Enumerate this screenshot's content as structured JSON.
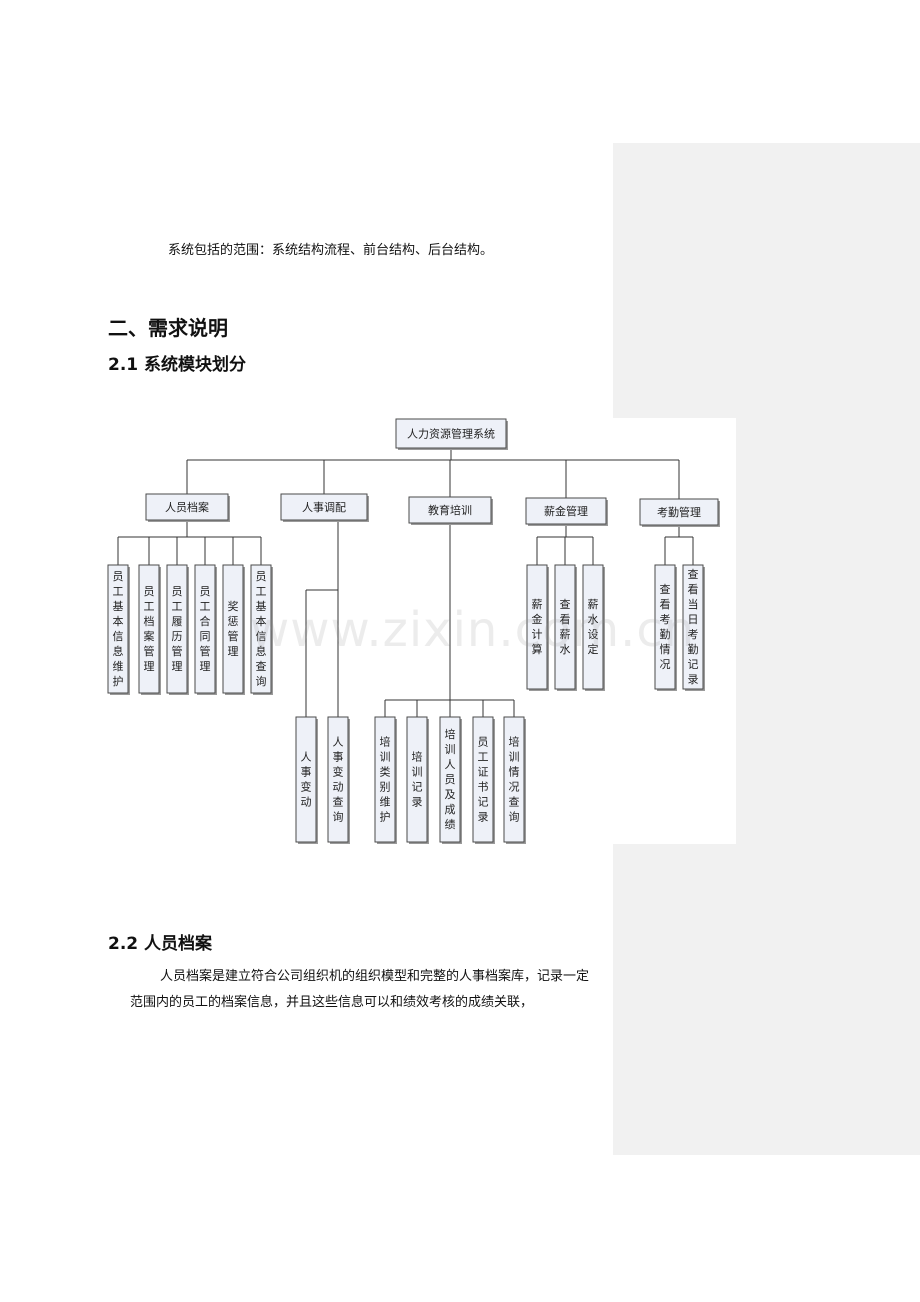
{
  "scope_text": "系统包括的范围：系统结构流程、前台结构、后台结构。",
  "heading1": "二、需求说明",
  "heading2": "2.1 系统模块划分",
  "heading3": "2.2 人员档案",
  "paragraph": "人员档案是建立符合公司组织机的组织模型和完整的人事档案库，记录一定范围内的员工的档案信息，并且这些信息可以和绩效考核的成绩关联，",
  "watermark": "www.zixin.com.cn",
  "diagram": {
    "root": "人力资源管理系统",
    "modules": [
      {
        "name": "人员档案",
        "children": [
          "员工基本信息维护",
          "员工档案管理",
          "员工履历管理",
          "员工合同管理",
          "奖惩管理",
          "员工基本信息查询"
        ]
      },
      {
        "name": "人事调配",
        "children": [
          "人事变动",
          "人事变动查询"
        ]
      },
      {
        "name": "教育培训",
        "children": [
          "培训类别维护",
          "培训记录",
          "培训人员及成绩",
          "员工证书记录",
          "培训情况查询"
        ]
      },
      {
        "name": "薪金管理",
        "children": [
          "薪金计算",
          "查看薪水",
          "薪水设定"
        ]
      },
      {
        "name": "考勤管理",
        "children": [
          "查看考勤情况",
          "查看当日考勤记录"
        ]
      }
    ]
  },
  "colors": {
    "box_fill": "#eef1f8",
    "box_stroke": "#4a4a4a",
    "margin_panel": "#f1f1f1"
  }
}
